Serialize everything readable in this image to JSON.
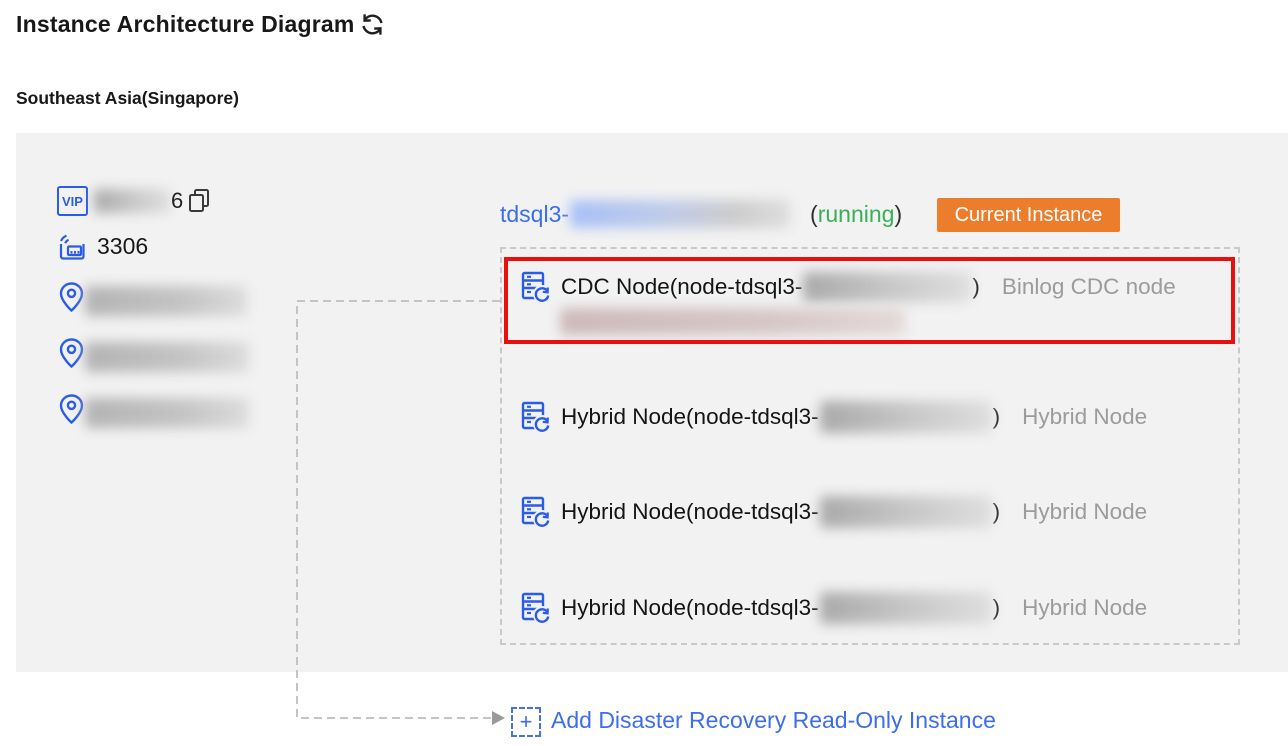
{
  "page": {
    "title": "Instance Architecture Diagram",
    "region": "Southeast Asia(Singapore)"
  },
  "left_info": {
    "vip_label": "VIP",
    "ip_visible_suffix": "6",
    "port": "3306",
    "zones_redacted_count": 3
  },
  "instance": {
    "name_prefix": "tdsql3-",
    "status_open_paren": "(",
    "status": "running",
    "status_close_paren": ")",
    "badge": "Current Instance"
  },
  "nodes": [
    {
      "name_prefix": "CDC Node(node-tdsql3-",
      "name_close": ")",
      "type_label": "Binlog CDC node",
      "highlighted": true,
      "has_redacted_second_line": true
    },
    {
      "name_prefix": "Hybrid Node(node-tdsql3-",
      "name_close": ")",
      "type_label": "Hybrid Node"
    },
    {
      "name_prefix": "Hybrid Node(node-tdsql3-",
      "name_close": ")",
      "type_label": "Hybrid Node"
    },
    {
      "name_prefix": "Hybrid Node(node-tdsql3-",
      "name_close": ")",
      "type_label": "Hybrid Node"
    }
  ],
  "footer": {
    "plus": "+",
    "add_link": "Add Disaster Recovery Read-Only Instance"
  },
  "icons": {
    "refresh": "refresh-icon",
    "copy": "copy-icon",
    "vip": "vip-badge-icon",
    "port": "network-port-icon",
    "zone": "location-pin-icon",
    "node": "server-sync-icon",
    "add": "plus-icon"
  },
  "colors": {
    "accent_blue": "#3d6dee",
    "icon_blue": "#2b5ce8",
    "status_green": "#3bae58",
    "badge_orange": "#ec7d2c",
    "highlight_red": "#e8100c",
    "panel_gray": "#f2f2f3",
    "muted_text": "#9b9b9b",
    "dashed_border": "#c9c9c9"
  }
}
